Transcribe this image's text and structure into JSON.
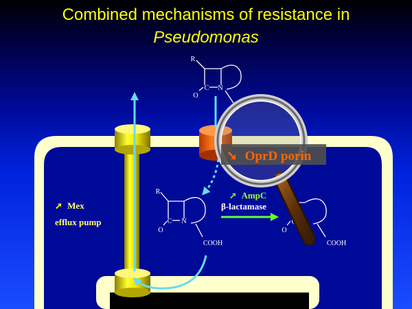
{
  "title": {
    "line1": "Combined mechanisms of resistance in",
    "line2": "Pseudomonas"
  },
  "molecules": {
    "top": {
      "r": "R",
      "c": "C",
      "n": "N",
      "o": "O",
      "tail": "C"
    },
    "left": {
      "r": "R",
      "c": "C",
      "n": "N",
      "o": "O",
      "cooh": "COOH"
    },
    "right": {
      "c": "C",
      "o": "O",
      "cooh": "COOH"
    }
  },
  "labels": {
    "mex_arrow": "➚",
    "mex_line1": "Mex",
    "mex_line2": "efflux pump",
    "ampc_arrow": "➚",
    "ampc_line1": "AmpC",
    "ampc_line2": "β-lactamase",
    "porin_arrow": "➘",
    "porin_text": "OprD porin"
  },
  "colors": {
    "title": "#ffff00",
    "background_top": "#000000",
    "background_bottom": "#1a4cff",
    "cell_wall": "#ffffcc",
    "cytoplasm": "#000a99",
    "pump": "#e6d800",
    "porin_channel": "#ff6600",
    "flow_arrow": "#66ddee",
    "hydrolysis_arrow": "#66ff33",
    "magnifier_handle": "#6b3a10"
  }
}
